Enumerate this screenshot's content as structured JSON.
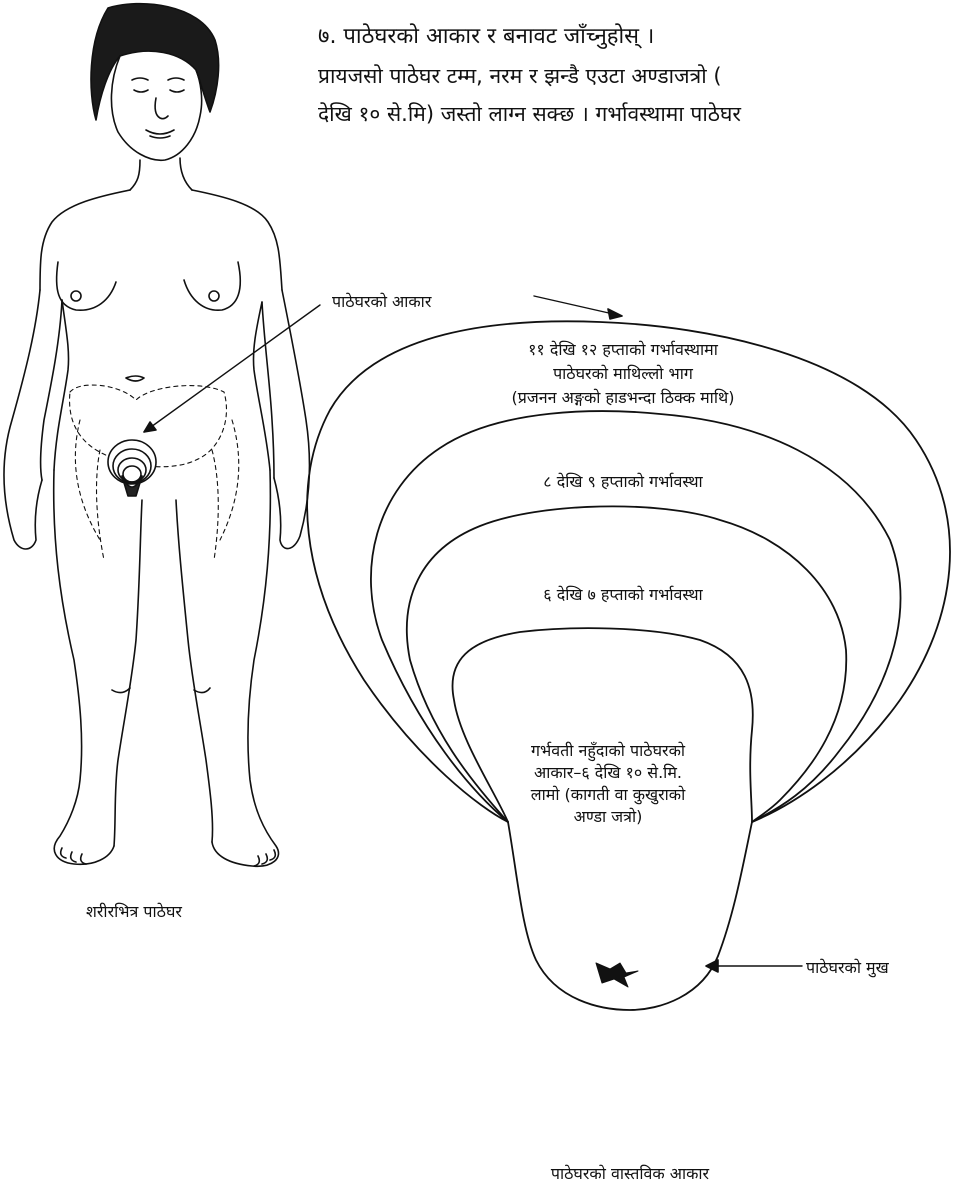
{
  "instruction": {
    "heading": "७. पाठेघरको आकार र बनावट जाँच्नुहोस् ।",
    "line1": "प्रायजसो पाठेघर टम्म, नरम र झन्डै एउटा अण्डाजत्रो (",
    "line2": "देखि १० से.मि) जस्तो लाग्न सक्छ । गर्भावस्थामा पाठेघर"
  },
  "figure_left": {
    "caption": "शरीरभित्र पाठेघर"
  },
  "figure_right": {
    "pointer_label": "पाठेघरको आकार",
    "ring_12wk": [
      "११ देखि १२ हप्ताको गर्भावस्थामा",
      "पाठेघरको माथिल्लो भाग",
      "(प्रजनन अङ्गको हाडभन्दा ठिक्क माथि)"
    ],
    "ring_9wk": "८ देखि ९ हप्ताको गर्भावस्था",
    "ring_7wk": "६ देखि ७ हप्ताको गर्भावस्था",
    "ring_nonpregnant": [
      "गर्भवती नहुँदाको पाठेघरको",
      "आकार–६ देखि १० से.मि.",
      "लामो (कागती वा कुखुराको",
      "अण्डा जत्रो)"
    ],
    "cervix_label": "पाठेघरको मुख",
    "caption": "पाठेघरको वास्तविक आकार"
  }
}
